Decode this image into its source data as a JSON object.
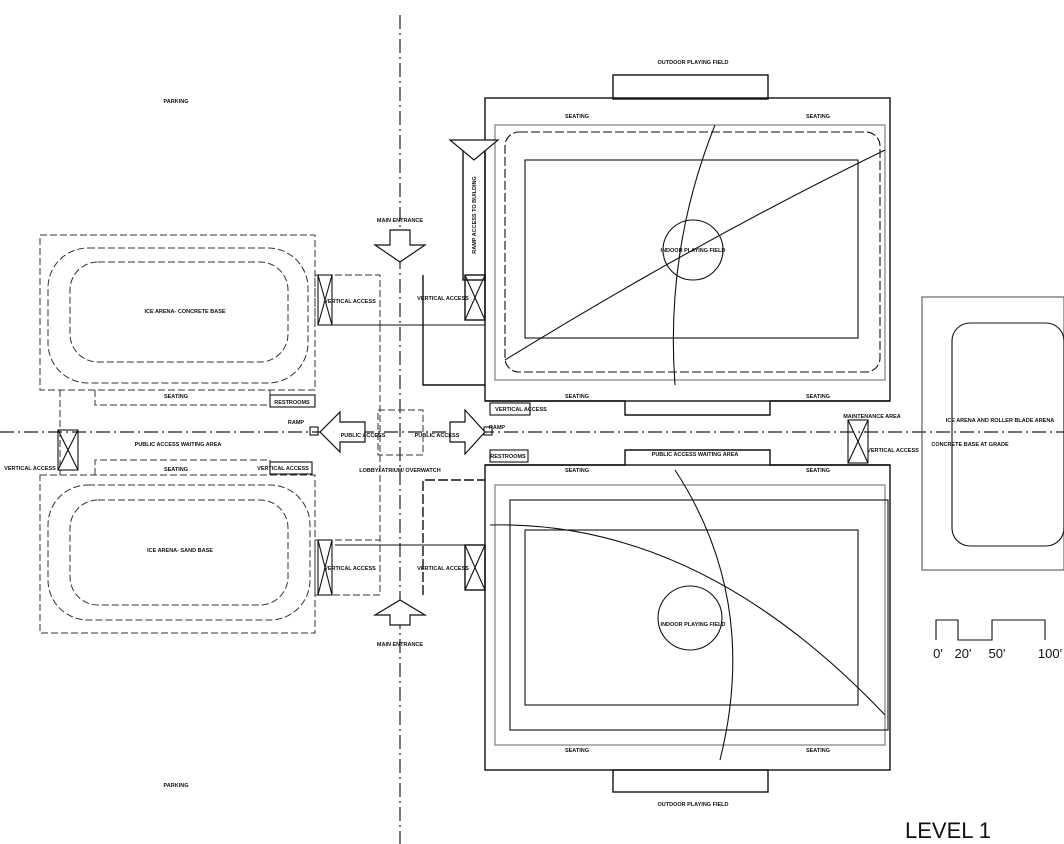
{
  "plan": {
    "parking_top": "PARKING",
    "parking_bottom": "PARKING",
    "outdoor_field_top": "OUTDOOR PLAYING FIELD",
    "outdoor_field_bottom": "OUTDOOR PLAYING FIELD",
    "indoor_field_top": "INDOOR PLAYING FIELD",
    "indoor_field_bottom": "INDOOR PLAYING FIELD",
    "seating": "SEATING",
    "ramp": "RAMP ACCESS TO BUILDING",
    "main_entrance_top": "MAIN ENTRANCE",
    "main_entrance_bottom": "MAIN ENTRANCE",
    "ice_arena_concrete": "ICE ARENA- CONCRETE BASE",
    "ice_arena_sand": "ICE ARENA- SAND BASE",
    "vertical_access": "VERTICAL ACCESS",
    "restrooms": "RESTROOMS",
    "public_access_waiting": "PUBLIC ACCESS WAITING AREA",
    "public_access": "PUBLIC ACCESS",
    "lobby": "LOBBY/ ATRIUM/ OVERWATCH",
    "ramp_short": "RAMP",
    "maintenance": "MAINTENANCE AREA",
    "ice_roller": "ICE ARENA AND ROLLER BLADE ARENA",
    "concrete_grade": "CONCRETE BASE AT GRADE",
    "level": "LEVEL 1"
  },
  "scale_bar": {
    "labels": [
      "0'",
      "20'",
      "50'",
      "100'"
    ]
  }
}
